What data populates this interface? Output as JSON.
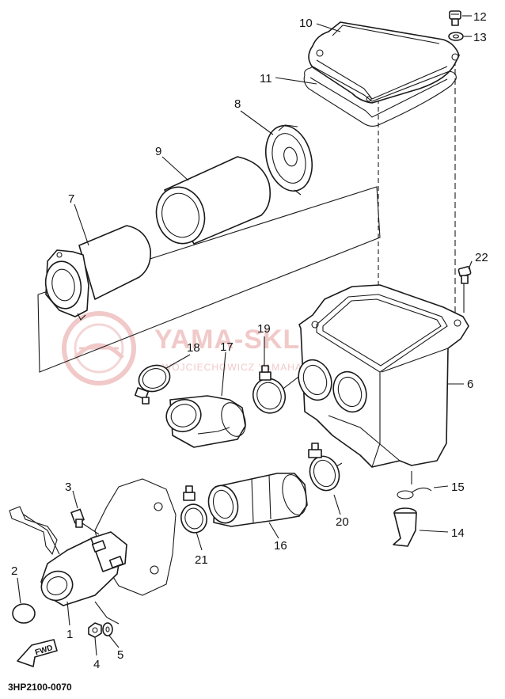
{
  "diagram": {
    "figure_code": "3HP2100-0070",
    "fwd_label": "FWD",
    "watermark": {
      "brand": "YAMA-SKLEP.PL",
      "subtitle": "WOJCIECHOWICZ YAMAHA"
    },
    "callouts": [
      {
        "id": "p1",
        "label": "1"
      },
      {
        "id": "p2",
        "label": "2"
      },
      {
        "id": "p3",
        "label": "3"
      },
      {
        "id": "p4",
        "label": "4"
      },
      {
        "id": "p5",
        "label": "5"
      },
      {
        "id": "p6",
        "label": "6"
      },
      {
        "id": "p7",
        "label": "7"
      },
      {
        "id": "p8",
        "label": "8"
      },
      {
        "id": "p9",
        "label": "9"
      },
      {
        "id": "p10",
        "label": "10"
      },
      {
        "id": "p11",
        "label": "11"
      },
      {
        "id": "p12",
        "label": "12"
      },
      {
        "id": "p13",
        "label": "13"
      },
      {
        "id": "p14",
        "label": "14"
      },
      {
        "id": "p15",
        "label": "15"
      },
      {
        "id": "p16",
        "label": "16"
      },
      {
        "id": "p17",
        "label": "17"
      },
      {
        "id": "p18",
        "label": "18"
      },
      {
        "id": "p19",
        "label": "19"
      },
      {
        "id": "p20",
        "label": "20"
      },
      {
        "id": "p21",
        "label": "21"
      },
      {
        "id": "p22",
        "label": "22"
      }
    ]
  }
}
